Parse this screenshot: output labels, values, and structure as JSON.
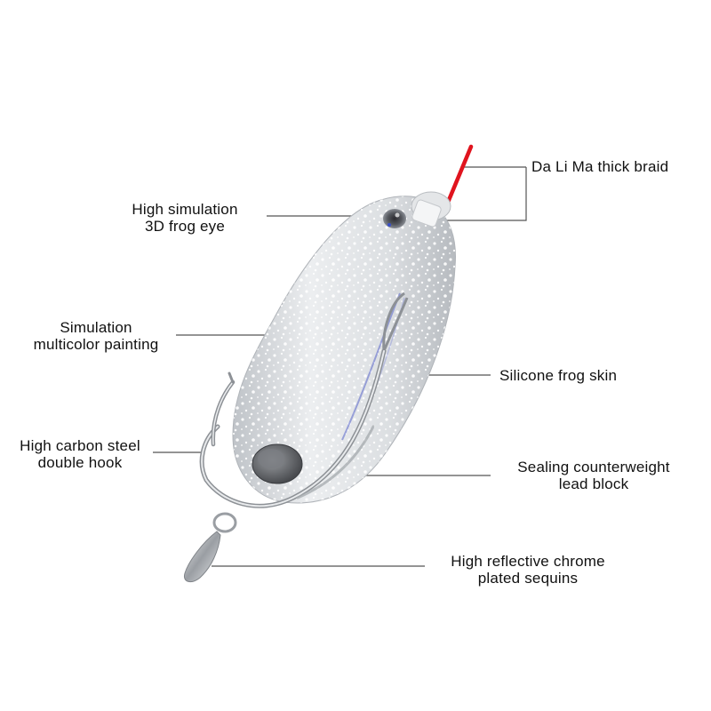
{
  "labels": {
    "braid": "Da Li Ma thick braid",
    "eye": [
      "High simulation",
      "3D frog eye"
    ],
    "painting": [
      "Simulation",
      "multicolor painting"
    ],
    "skin": "Silicone frog skin",
    "hook": [
      "High carbon steel",
      "double hook"
    ],
    "lead": [
      "Sealing counterweight",
      "lead block"
    ],
    "sequins": [
      "High reflective chrome",
      "plated sequins"
    ]
  },
  "colors": {
    "braid": "#e0141e",
    "leader_line": "#555555",
    "body": "#d9dcdf",
    "hook": "#a8acb0"
  }
}
